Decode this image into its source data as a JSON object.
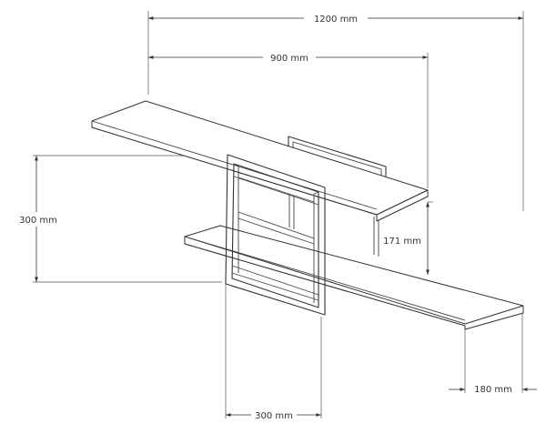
{
  "dimensions": {
    "total_width": "1200 mm",
    "upper_width": "900 mm",
    "height": "300 mm",
    "gap": "171 mm",
    "depth": "180 mm",
    "frame_width": "300 mm"
  },
  "colors": {
    "line": "#333333",
    "background": "#ffffff"
  }
}
